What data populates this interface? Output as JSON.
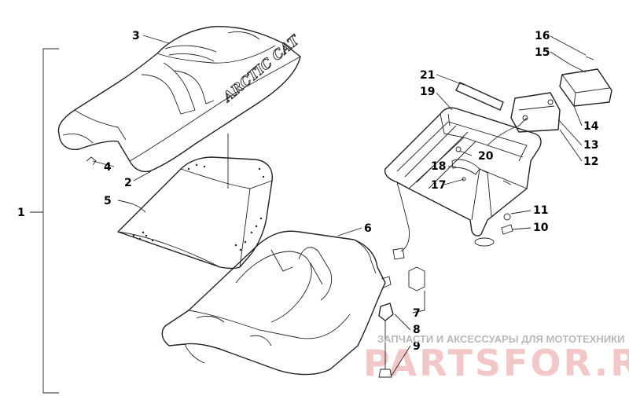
{
  "callouts": [
    {
      "number": "1"
    },
    {
      "number": "2"
    },
    {
      "number": "3"
    },
    {
      "number": "4"
    },
    {
      "number": "5"
    },
    {
      "number": "6"
    },
    {
      "number": "7"
    },
    {
      "number": "8"
    },
    {
      "number": "9"
    },
    {
      "number": "10"
    },
    {
      "number": "11"
    },
    {
      "number": "12"
    },
    {
      "number": "13"
    },
    {
      "number": "14"
    },
    {
      "number": "15"
    },
    {
      "number": "16"
    },
    {
      "number": "17"
    },
    {
      "number": "18"
    },
    {
      "number": "19"
    },
    {
      "number": "20"
    },
    {
      "number": "21"
    }
  ],
  "seat_logo_text": "ARCTIC CAT",
  "watermark": {
    "caption": "ЗАПЧАСТИ И АКСЕССУАРЫ ДЛЯ МОТОТЕХНИКИ",
    "brand": "PARTSFOR.RU",
    "color": "#f2c7c7"
  }
}
